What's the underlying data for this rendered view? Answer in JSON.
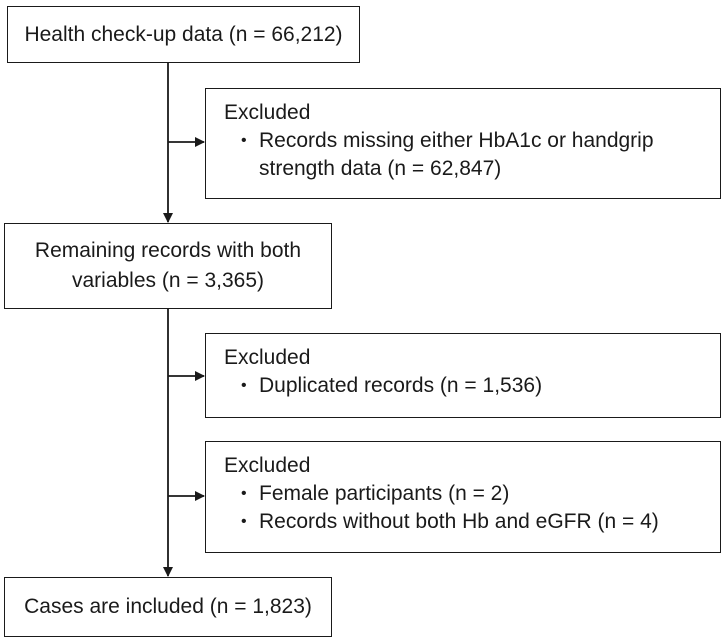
{
  "boxes": {
    "start": "Health check-up data (n = 66,212)",
    "remaining_l1": "Remaining records with both",
    "remaining_l2": "variables (n = 3,365)",
    "final": "Cases are included (n = 1,823)"
  },
  "exclusions": [
    {
      "title": "Excluded",
      "items": [
        "Records missing either HbA1c or handgrip",
        "strength data (n = 62,847)"
      ]
    },
    {
      "title": "Excluded",
      "items": [
        "Duplicated records (n = 1,536)"
      ]
    },
    {
      "title": "Excluded",
      "items": [
        "Female participants (n = 2)",
        "Records without both Hb and eGFR (n = 4)"
      ]
    }
  ]
}
